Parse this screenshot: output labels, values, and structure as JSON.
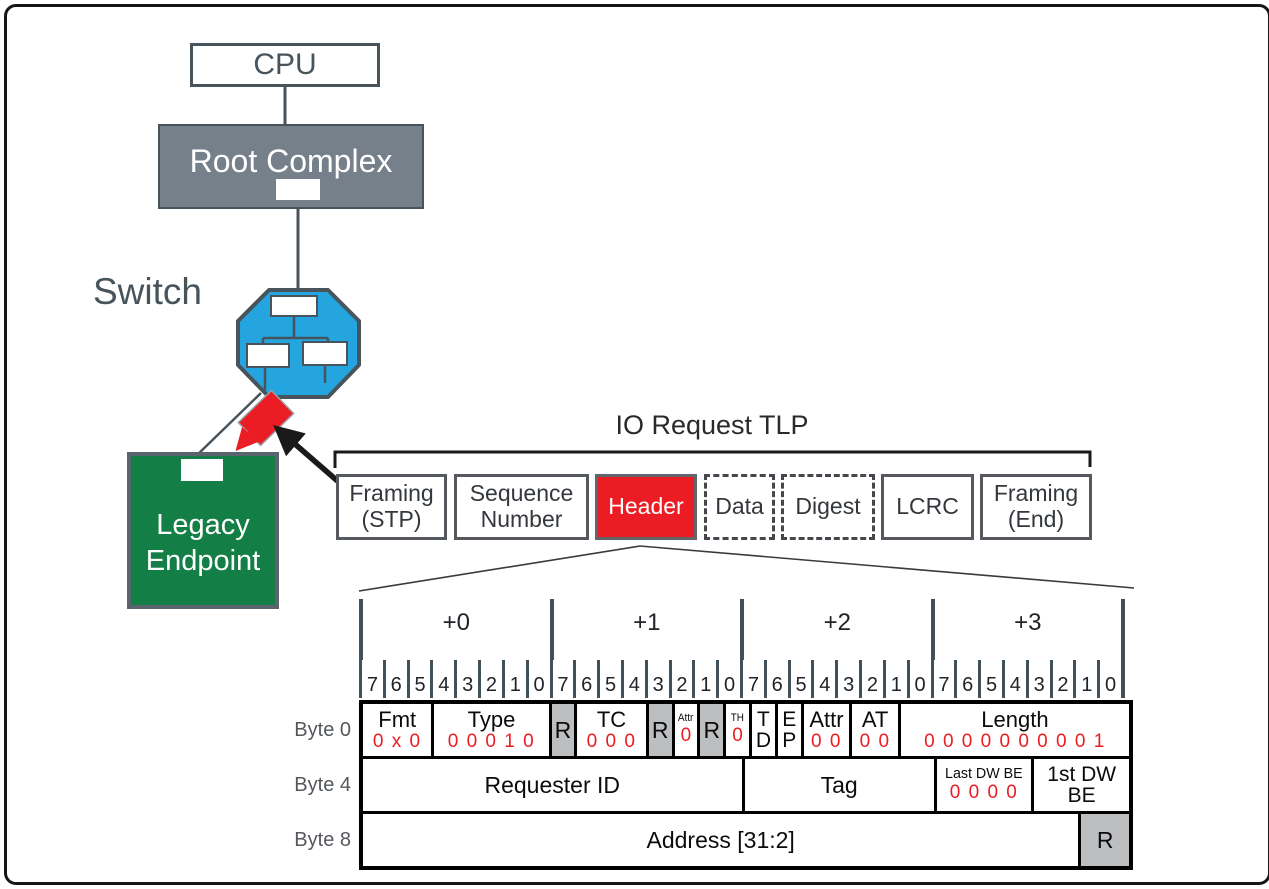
{
  "topology": {
    "cpu_label": "CPU",
    "root_complex_label": "Root Complex",
    "switch_label": "Switch",
    "endpoint_line1": "Legacy",
    "endpoint_line2": "Endpoint"
  },
  "tlp": {
    "title": "IO Request TLP",
    "segments": [
      {
        "name": "framing-stp",
        "lines": [
          "Framing",
          "(STP)"
        ],
        "style": "solid"
      },
      {
        "name": "sequence-number",
        "lines": [
          "Sequence",
          "Number"
        ],
        "style": "solid"
      },
      {
        "name": "header",
        "lines": [
          "Header"
        ],
        "style": "solid-red"
      },
      {
        "name": "data",
        "lines": [
          "Data"
        ],
        "style": "dashed"
      },
      {
        "name": "digest",
        "lines": [
          "Digest"
        ],
        "style": "dashed"
      },
      {
        "name": "lcrc",
        "lines": [
          "LCRC"
        ],
        "style": "solid"
      },
      {
        "name": "framing-end",
        "lines": [
          "Framing",
          "(End)"
        ],
        "style": "solid"
      }
    ]
  },
  "header_table": {
    "byte_columns": [
      "+0",
      "+1",
      "+2",
      "+3"
    ],
    "bit_numbers": [
      "7",
      "6",
      "5",
      "4",
      "3",
      "2",
      "1",
      "0"
    ],
    "rows": [
      {
        "byte_label": "Byte 0",
        "cells": [
          {
            "name": "fmt",
            "bits": 3,
            "label": "Fmt",
            "value": "0 x 0"
          },
          {
            "name": "type",
            "bits": 5,
            "label": "Type",
            "value": "0 0 0 1 0"
          },
          {
            "name": "r1",
            "bits": 1,
            "label": "R",
            "reserved": true
          },
          {
            "name": "tc",
            "bits": 3,
            "label": "TC",
            "value": "0 0 0"
          },
          {
            "name": "r2",
            "bits": 1,
            "label": "R",
            "reserved": true
          },
          {
            "name": "attr-hi",
            "bits": 1,
            "label": "Attr",
            "value": "0",
            "small": true
          },
          {
            "name": "r3",
            "bits": 1,
            "label": "R",
            "reserved": true
          },
          {
            "name": "th",
            "bits": 1,
            "label": "TH",
            "value": "0",
            "small": true
          },
          {
            "name": "td",
            "bits": 1,
            "label": "T",
            "label2": "D"
          },
          {
            "name": "ep",
            "bits": 1,
            "label": "E",
            "label2": "P"
          },
          {
            "name": "attr",
            "bits": 2,
            "label": "Attr",
            "value": "0 0"
          },
          {
            "name": "at",
            "bits": 2,
            "label": "AT",
            "value": "0 0"
          },
          {
            "name": "length",
            "bits": 10,
            "label": "Length",
            "value": "0 0 0 0 0 0 0 0 0 1"
          }
        ]
      },
      {
        "byte_label": "Byte 4",
        "cells": [
          {
            "name": "requester-id",
            "bits": 16,
            "label": "Requester ID"
          },
          {
            "name": "tag",
            "bits": 8,
            "label": "Tag"
          },
          {
            "name": "last-dw-be",
            "bits": 4,
            "label": "Last DW BE",
            "value": "0 0 0 0",
            "condensed": true
          },
          {
            "name": "first-dw-be",
            "bits": 4,
            "label": "1st DW",
            "label2": "BE"
          }
        ]
      },
      {
        "byte_label": "Byte 8",
        "cells": [
          {
            "name": "address",
            "bits": 30,
            "label": "Address [31:2]"
          },
          {
            "name": "r4",
            "bits": 2,
            "label": "R",
            "reserved": true
          }
        ]
      }
    ]
  },
  "colors": {
    "accent_red": "#EC1C24",
    "switch_blue": "#25A5DF",
    "endpoint_green": "#137E45",
    "root_complex_gray": "#75808A",
    "reserved_gray": "#BCBEC0",
    "slate_line": "#47545C",
    "value_red": "#EC1C24"
  }
}
